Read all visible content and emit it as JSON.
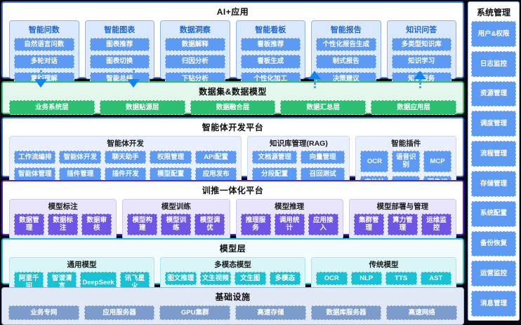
{
  "app_band": {
    "title": "AI+应用",
    "columns": [
      {
        "title": "智能问数",
        "items": [
          "自然语言问数",
          "多轮对话",
          "意图理解"
        ]
      },
      {
        "title": "智能图表",
        "items": [
          "图表推荐",
          "图表切换",
          "智能总结"
        ]
      },
      {
        "title": "数据洞察",
        "items": [
          "数据解释",
          "归因分析",
          "下钻分析"
        ]
      },
      {
        "title": "智能看板",
        "items": [
          "看板推荐",
          "看板生成",
          "个性化加工"
        ]
      },
      {
        "title": "智能报告",
        "items": [
          "个性化报告生成",
          "制式报告",
          "决策建议"
        ]
      },
      {
        "title": "知识问答",
        "items": [
          "多类型知识库",
          "知识学习",
          "知识服务"
        ]
      }
    ]
  },
  "data_band": {
    "title": "数据集&数据模型",
    "items": [
      "业务系统层",
      "数据贴源层",
      "数据融合层",
      "数据汇总层",
      "数据应用层"
    ]
  },
  "agent_band": {
    "title": "智能体开发平台",
    "groups": [
      {
        "title": "智能体开发",
        "cols": 5,
        "flex": "2.45",
        "items": [
          "工作流编排",
          "智能体开发",
          "聊天助手",
          "权限管理",
          "API配置",
          "智能体管理",
          "插件管理",
          "插件开发",
          "模型配置",
          "应用发布"
        ]
      },
      {
        "title": "知识库管理(RAG)",
        "cols": 2,
        "flex": "1.02",
        "items": [
          "文档源管理",
          "向量管理",
          "分段配置",
          "召回测试"
        ]
      },
      {
        "title": "智能插件",
        "cols": 3,
        "flex": "1",
        "items": [
          "OCR",
          "语音识别",
          "MCP",
          "实体抽取",
          "爬虫",
          "图像识别"
        ]
      }
    ]
  },
  "train_band": {
    "title": "训推一体化平台",
    "groups": [
      {
        "title": "模型标注",
        "cols": 3,
        "items": [
          "数据管理",
          "数据标注",
          "数据审核"
        ]
      },
      {
        "title": "模型训练",
        "cols": 3,
        "items": [
          "模型构建",
          "模型训练",
          "模型调优"
        ]
      },
      {
        "title": "模型推理",
        "cols": 3,
        "items": [
          "推理服务",
          "调用统计",
          "应用接入"
        ]
      },
      {
        "title": "模型部署与管理",
        "cols": 3,
        "items": [
          "集群管理",
          "算力管理",
          "运维监控"
        ]
      }
    ]
  },
  "model_band": {
    "title": "模型层",
    "groups": [
      {
        "title": "通用模型",
        "cols": 4,
        "items": [
          "阿里千问",
          "智谱清言",
          "DeepSeek",
          "讯飞星火"
        ]
      },
      {
        "title": "多模态模型",
        "cols": 4,
        "items": [
          "图文推理",
          "文生视频",
          "文生图",
          "多模态"
        ]
      },
      {
        "title": "传统模型",
        "cols": 4,
        "items": [
          "OCR",
          "NLP",
          "TTS",
          "AST"
        ]
      }
    ]
  },
  "infra_band": {
    "title": "基础设施",
    "items": [
      "业务专网",
      "应用服务器",
      "GPU集群",
      "高速存储",
      "数据库服务器",
      "高速网络"
    ]
  },
  "sidebar": {
    "title": "系统管理",
    "items": [
      "用户&权限",
      "日志监控",
      "资源管理",
      "调度管理",
      "流程管理",
      "存储管理",
      "系统配置",
      "备份恢复",
      "运营监控",
      "消息管理"
    ]
  },
  "colors": {
    "app_blue_pill": "#5d9af3",
    "app_border": "#3f7de0",
    "data_green_pill": "#2abf71",
    "data_border": "#2fbf6e",
    "train_purple_pill": "#6e55e6",
    "train_border": "#5a23d9",
    "model_cyan_pill": "#17c2d4",
    "model_border": "#15c2d8",
    "infra_steel_pill": "#7d9cce",
    "arrow_blue": "#0d86f5",
    "separator_dark": "#06070f"
  }
}
